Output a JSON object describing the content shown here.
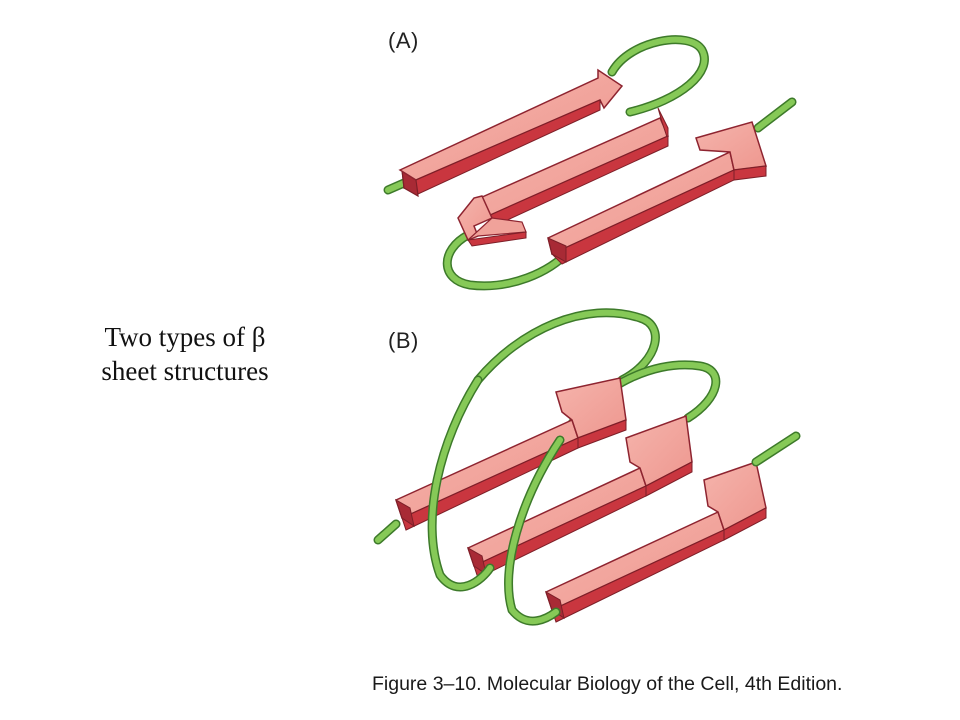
{
  "caption": {
    "line1": "Two types of β",
    "line2": "sheet structures"
  },
  "panels": {
    "a": {
      "label": "(A)"
    },
    "b": {
      "label": "(B)"
    }
  },
  "figure_credit": "Figure 3–10. Molecular Biology of the Cell, 4th Edition.",
  "colors": {
    "strand_top": "#f2a7a0",
    "strand_side": "#c9363f",
    "strand_outline": "#8e2430",
    "loop": "#7ec24f",
    "loop_outline": "#3d7a2a"
  }
}
